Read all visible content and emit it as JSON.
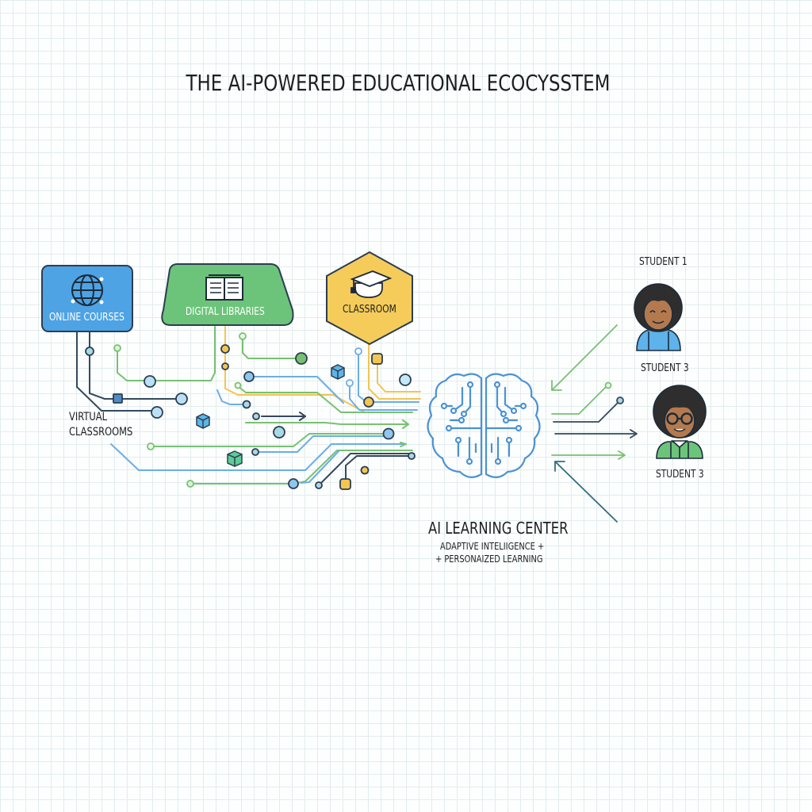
{
  "title": "THE AI-POWERED EDUCATIONAL ECOCYSSTEM",
  "sources": [
    {
      "id": "online-courses",
      "label": "ONLINE COURSES",
      "icon": "globe-icon",
      "color": "#4ea3e4"
    },
    {
      "id": "digital-libraries",
      "label": "DIGITAL LIBRARIES",
      "icon": "open-book-icon",
      "color": "#6cc47a"
    },
    {
      "id": "classroom",
      "label": "CLASSROOM",
      "icon": "graduation-cap-icon",
      "color": "#f5cc5a"
    },
    {
      "id": "virtual-classrooms",
      "label": "VIRTUAL\nCLASSROOMS"
    }
  ],
  "center": {
    "title": "AI LEARNING CENTER",
    "subtitle_line1": "ADAPTIVE INTELIIGENCE +",
    "subtitle_line2": "+ PERSONAIZED LEARNING",
    "icon": "circuit-brain-icon",
    "color": "#4b92d4"
  },
  "students": [
    {
      "label": "STUDENT 1",
      "icon": "student-avatar-icon",
      "shirt_color": "#5db3ea"
    },
    {
      "label": "STUDENT 3",
      "icon": "student-with-glasses-avatar-icon",
      "shirt_color": "#6cc47a"
    }
  ],
  "floating_label": "STUDENT 3",
  "colors": {
    "blue": "#6aaee6",
    "green": "#77c172",
    "yellow": "#f3c552",
    "dark": "#2c3e50",
    "grid": "#e3ecee"
  }
}
